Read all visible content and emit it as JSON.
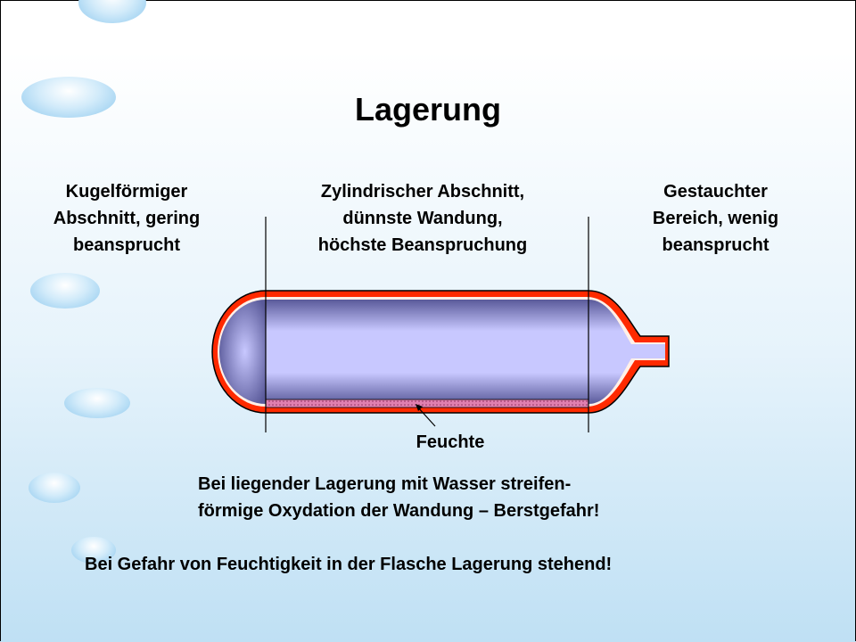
{
  "title": "Lagerung",
  "labels": {
    "left": "Kugelförmiger\nAbschnitt, gering\nbeansprucht",
    "middle": "Zylindrischer Abschnitt,\ndünnste Wandung,\nhöchste Beanspruchung",
    "right": "Gestauchter\nBereich, wenig\nbeansprucht",
    "moisture": "Feuchte"
  },
  "notes": {
    "horizontal_storage": "Bei liegender Lagerung mit Wasser streifen-\nförmige Oxydation der Wandung – Berstgefahr!",
    "recommendation": "Bei Gefahr von Feuchtigkeit in der Flasche Lagerung stehend!"
  },
  "colors": {
    "cylinder_wall": "#ff2a00",
    "cylinder_interior": "#c8c8ff",
    "moisture_layer": "#e080b0"
  }
}
